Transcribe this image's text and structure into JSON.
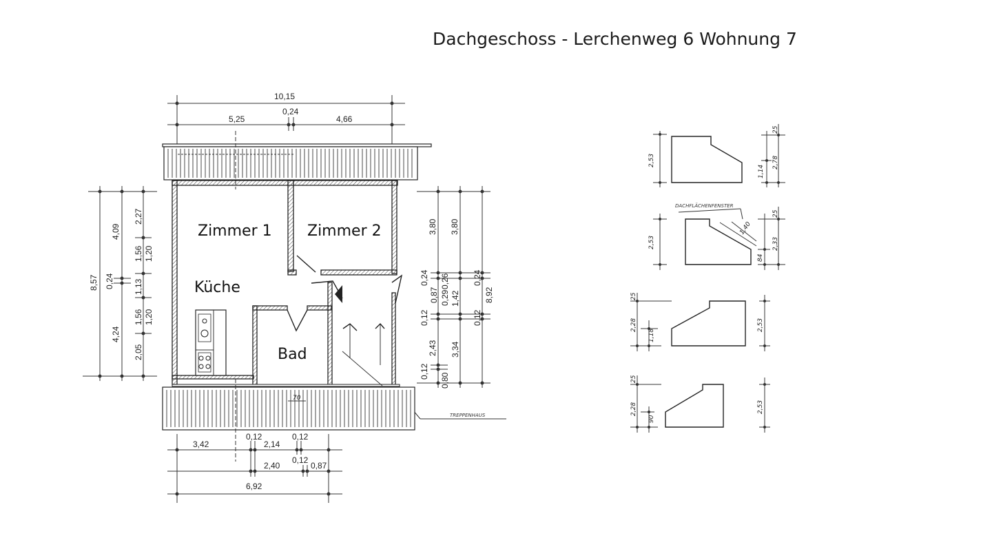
{
  "title": "Dachgeschoss - Lerchenweg 6 Wohnung 7",
  "rooms": {
    "zimmer1": "Zimmer 1",
    "zimmer2": "Zimmer 2",
    "kueche": "Küche",
    "bad": "Bad"
  },
  "annotations": {
    "treppenhaus": "TREPPENHAUS",
    "dachflaechenfenster": "DACHFLÄCHENFENSTER",
    "door_width": "70"
  },
  "dims_top": {
    "total": "10,15",
    "left": "5,25",
    "mid": "0,24",
    "right": "4,66"
  },
  "dims_left": {
    "overall": "8,57",
    "a_top": "4,09",
    "a_mid": "0,24",
    "a_bot": "4,24",
    "b_top": "2,27",
    "b_1": "1,56",
    "b_2": "1,13",
    "b_3": "1,56",
    "b_bot": "2,05",
    "c_1": "1,20",
    "c_2": "1,20"
  },
  "dims_right": {
    "a_top": "3,80",
    "a_1": "0,24",
    "a_2": "0,87",
    "a_3": "0,12",
    "a_4": "2,43",
    "a_5": "0,12",
    "b_top": "3,80",
    "b_1": "0,26",
    "b_2": "0,29",
    "b_3": "0,80",
    "c_1": "1,42",
    "c_2": "3,34",
    "d_1": "0,24",
    "d_2": "0,12",
    "overall": "8,92"
  },
  "dims_bottom": {
    "a": "3,42",
    "b": "0,12",
    "c": "2,14",
    "d": "0,12",
    "e": "2,40",
    "f": "0,12",
    "g": "0,87",
    "total": "6,92"
  },
  "sections": [
    {
      "h_total": "2,53",
      "r_top": "25",
      "r_mid": "1,14",
      "r_overall": "2,78"
    },
    {
      "h_total": "2,53",
      "r_top": "25",
      "r_mid": "84",
      "r_overall": "2,33",
      "diag": "1,40"
    },
    {
      "l_top": "25",
      "l_overall": "2,28",
      "l_mid": "1,18",
      "r_total": "2,53"
    },
    {
      "l_top": "25",
      "l_overall": "2,28",
      "l_mid": "90",
      "r_total": "2,53"
    }
  ]
}
